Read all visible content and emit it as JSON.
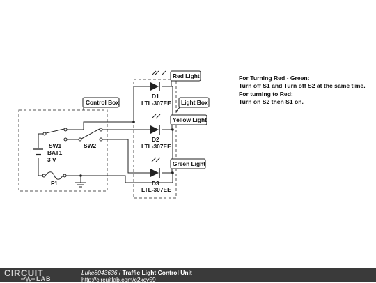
{
  "diagram": {
    "boxes": {
      "control_box": "Control Box",
      "light_box": "Light Box"
    },
    "lights": {
      "red": "Red Light",
      "yellow": "Yellow Light",
      "green": "Green Light"
    },
    "components": {
      "d1": "D1",
      "d2": "D2",
      "d3": "D3",
      "led_part": "LTL-307EE",
      "sw1": "SW1",
      "sw2": "SW2",
      "bat1": "BAT1",
      "bat_value": "3 V",
      "f1": "F1",
      "plus": "+"
    }
  },
  "notes": [
    "For Turning Red - Green:",
    "Turn off S1 and Turn off S2 at the same time.",
    "For turning to Red:",
    "Turn on S2 then S1 on."
  ],
  "footer": {
    "logo_top": "CIRCUIT",
    "logo_bottom": "LAB",
    "author": "Luke8043636",
    "separator": " / ",
    "title": "Traffic Light Control Unit",
    "url": "http://circuitlab.com/c2xcv59"
  }
}
